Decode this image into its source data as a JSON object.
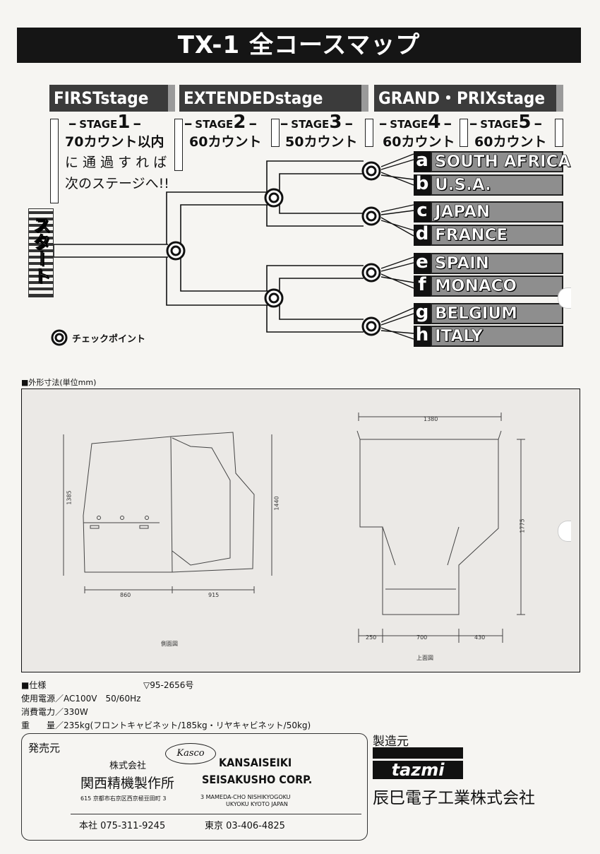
{
  "title": "TX-1 全コースマップ",
  "stages": {
    "first": {
      "header": "FIRSTstage",
      "stage1_prefix": "STAGE",
      "stage1_num": "1",
      "count": "70カウント以内",
      "desc1": "に 通 過 す れ ば",
      "desc2": "次のステージへ!!"
    },
    "extended": {
      "header": "EXTENDEDstage",
      "stage2_prefix": "STAGE",
      "stage2_num": "2",
      "stage2_count": "60カウント",
      "stage3_prefix": "STAGE",
      "stage3_num": "3",
      "stage3_count": "50カウント"
    },
    "grandprix": {
      "header": "GRAND・PRIXstage",
      "stage4_prefix": "STAGE",
      "stage4_num": "4",
      "stage4_count": "60カウント",
      "stage5_prefix": "STAGE",
      "stage5_num": "5",
      "stage5_count": "60カウント"
    }
  },
  "courses": [
    {
      "letter": "a",
      "name": "SOUTH AFRICA"
    },
    {
      "letter": "b",
      "name": "U.S.A."
    },
    {
      "letter": "c",
      "name": "JAPAN"
    },
    {
      "letter": "d",
      "name": "FRANCE"
    },
    {
      "letter": "e",
      "name": "SPAIN"
    },
    {
      "letter": "f",
      "name": "MONACO"
    },
    {
      "letter": "g",
      "name": "BELGIUM"
    },
    {
      "letter": "h",
      "name": "ITALY"
    }
  ],
  "start_label": "スタート",
  "checkpoint_legend": "チェックポイント",
  "dimensions": {
    "heading": "■外形寸法(単位mm)",
    "side": {
      "height1": "1385",
      "height2": "1440",
      "width1": "860",
      "width2": "915",
      "caption": "側面図"
    },
    "top": {
      "width": "1380",
      "depth": "1775",
      "w1": "250",
      "w2": "700",
      "w3": "430",
      "caption": "上面図"
    }
  },
  "specs": {
    "heading": "■仕様",
    "code": "▽95-2656号",
    "power_source": "使用電源／AC100V　50/60Hz",
    "power_consumption": "消費電力／330W",
    "weight": "重　　量／235kg(フロントキャビネット/185kg・リヤキャビネット/50kg)"
  },
  "seller": {
    "label": "発売元",
    "logo": "Kasco",
    "kabushiki": "株式会社",
    "name_jp": "関西精機製作所",
    "address_jp": "615 京都市右京区西京極豆田町 3",
    "name_en1": "KANSAISEIKI",
    "name_en2": "SEISAKUSHO CORP.",
    "address_en1": "3 MAMEDA-CHO NISHIKYOGOKU",
    "address_en2": "UKYOKU KYOTO JAPAN",
    "phone_head": "本社 075-311-9245",
    "phone_tokyo": "東京 03-406-4825"
  },
  "maker": {
    "label": "製造元",
    "logo": "tazmi",
    "name": "辰巳電子工業株式会社"
  }
}
